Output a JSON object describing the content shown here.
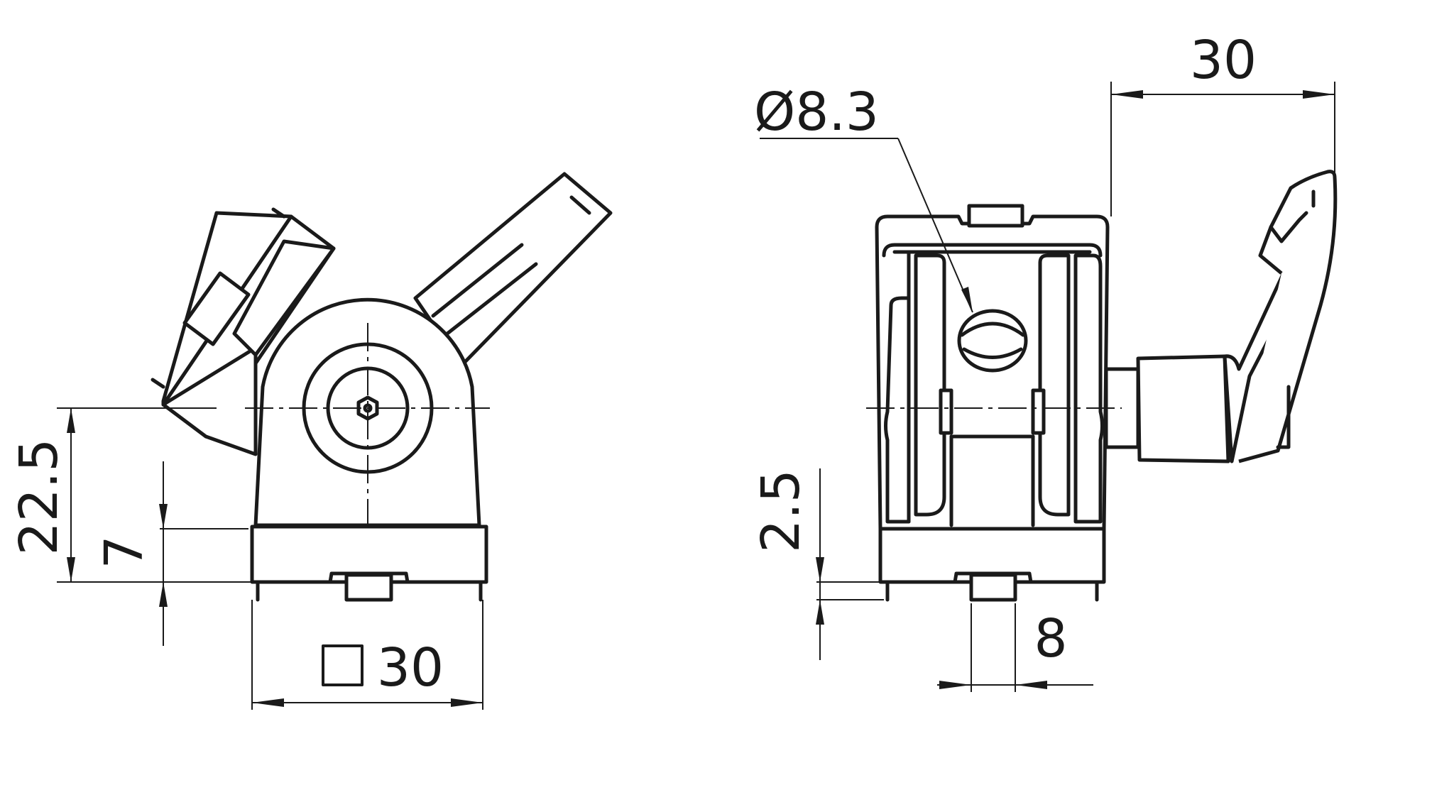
{
  "dimensions": {
    "left_height_total": "22.5",
    "left_height_partial": "7",
    "left_width": "30",
    "right_bore_diameter": "Ø8.3",
    "right_lever_reach": "30",
    "right_step_height": "2.5",
    "right_slot_width": "8"
  },
  "symbols": {
    "square_section": "square-section-symbol"
  },
  "colors": {
    "line": "#1a1a1a",
    "background": "#ffffff"
  }
}
